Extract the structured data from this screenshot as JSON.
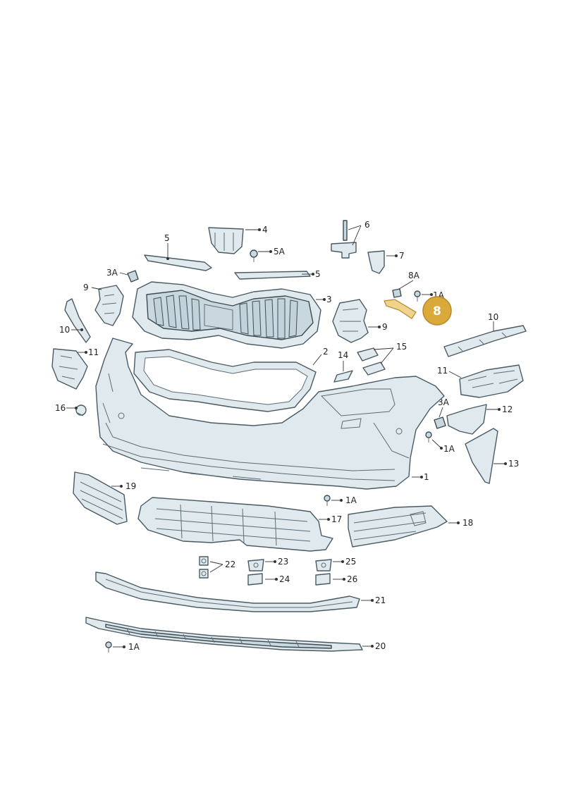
{
  "callouts": {
    "c1": "1",
    "c1a_1": "1A",
    "c1a_2": "1A",
    "c1a_3": "1A",
    "c1a_4": "1A",
    "c2": "2",
    "c3": "3",
    "c3a_l": "3A",
    "c3a_r": "3A",
    "c4": "4",
    "c5_top": "5",
    "c5_mid": "5",
    "c5a": "5A",
    "c6": "6",
    "c7": "7",
    "c8": "8",
    "c8a": "8A",
    "c9_l": "9",
    "c9_r": "9",
    "c10_l": "10",
    "c10_r": "10",
    "c11_l": "11",
    "c11_r": "11",
    "c12": "12",
    "c13": "13",
    "c14": "14",
    "c15": "15",
    "c16": "16",
    "c17": "17",
    "c18": "18",
    "c19": "19",
    "c20": "20",
    "c21": "21",
    "c22": "22",
    "c23": "23",
    "c24": "24",
    "c25": "25",
    "c26": "26"
  },
  "colors": {
    "part_fill": "#dfe9ee",
    "outline": "#4a5a63",
    "highlight": "#d9a93a"
  }
}
